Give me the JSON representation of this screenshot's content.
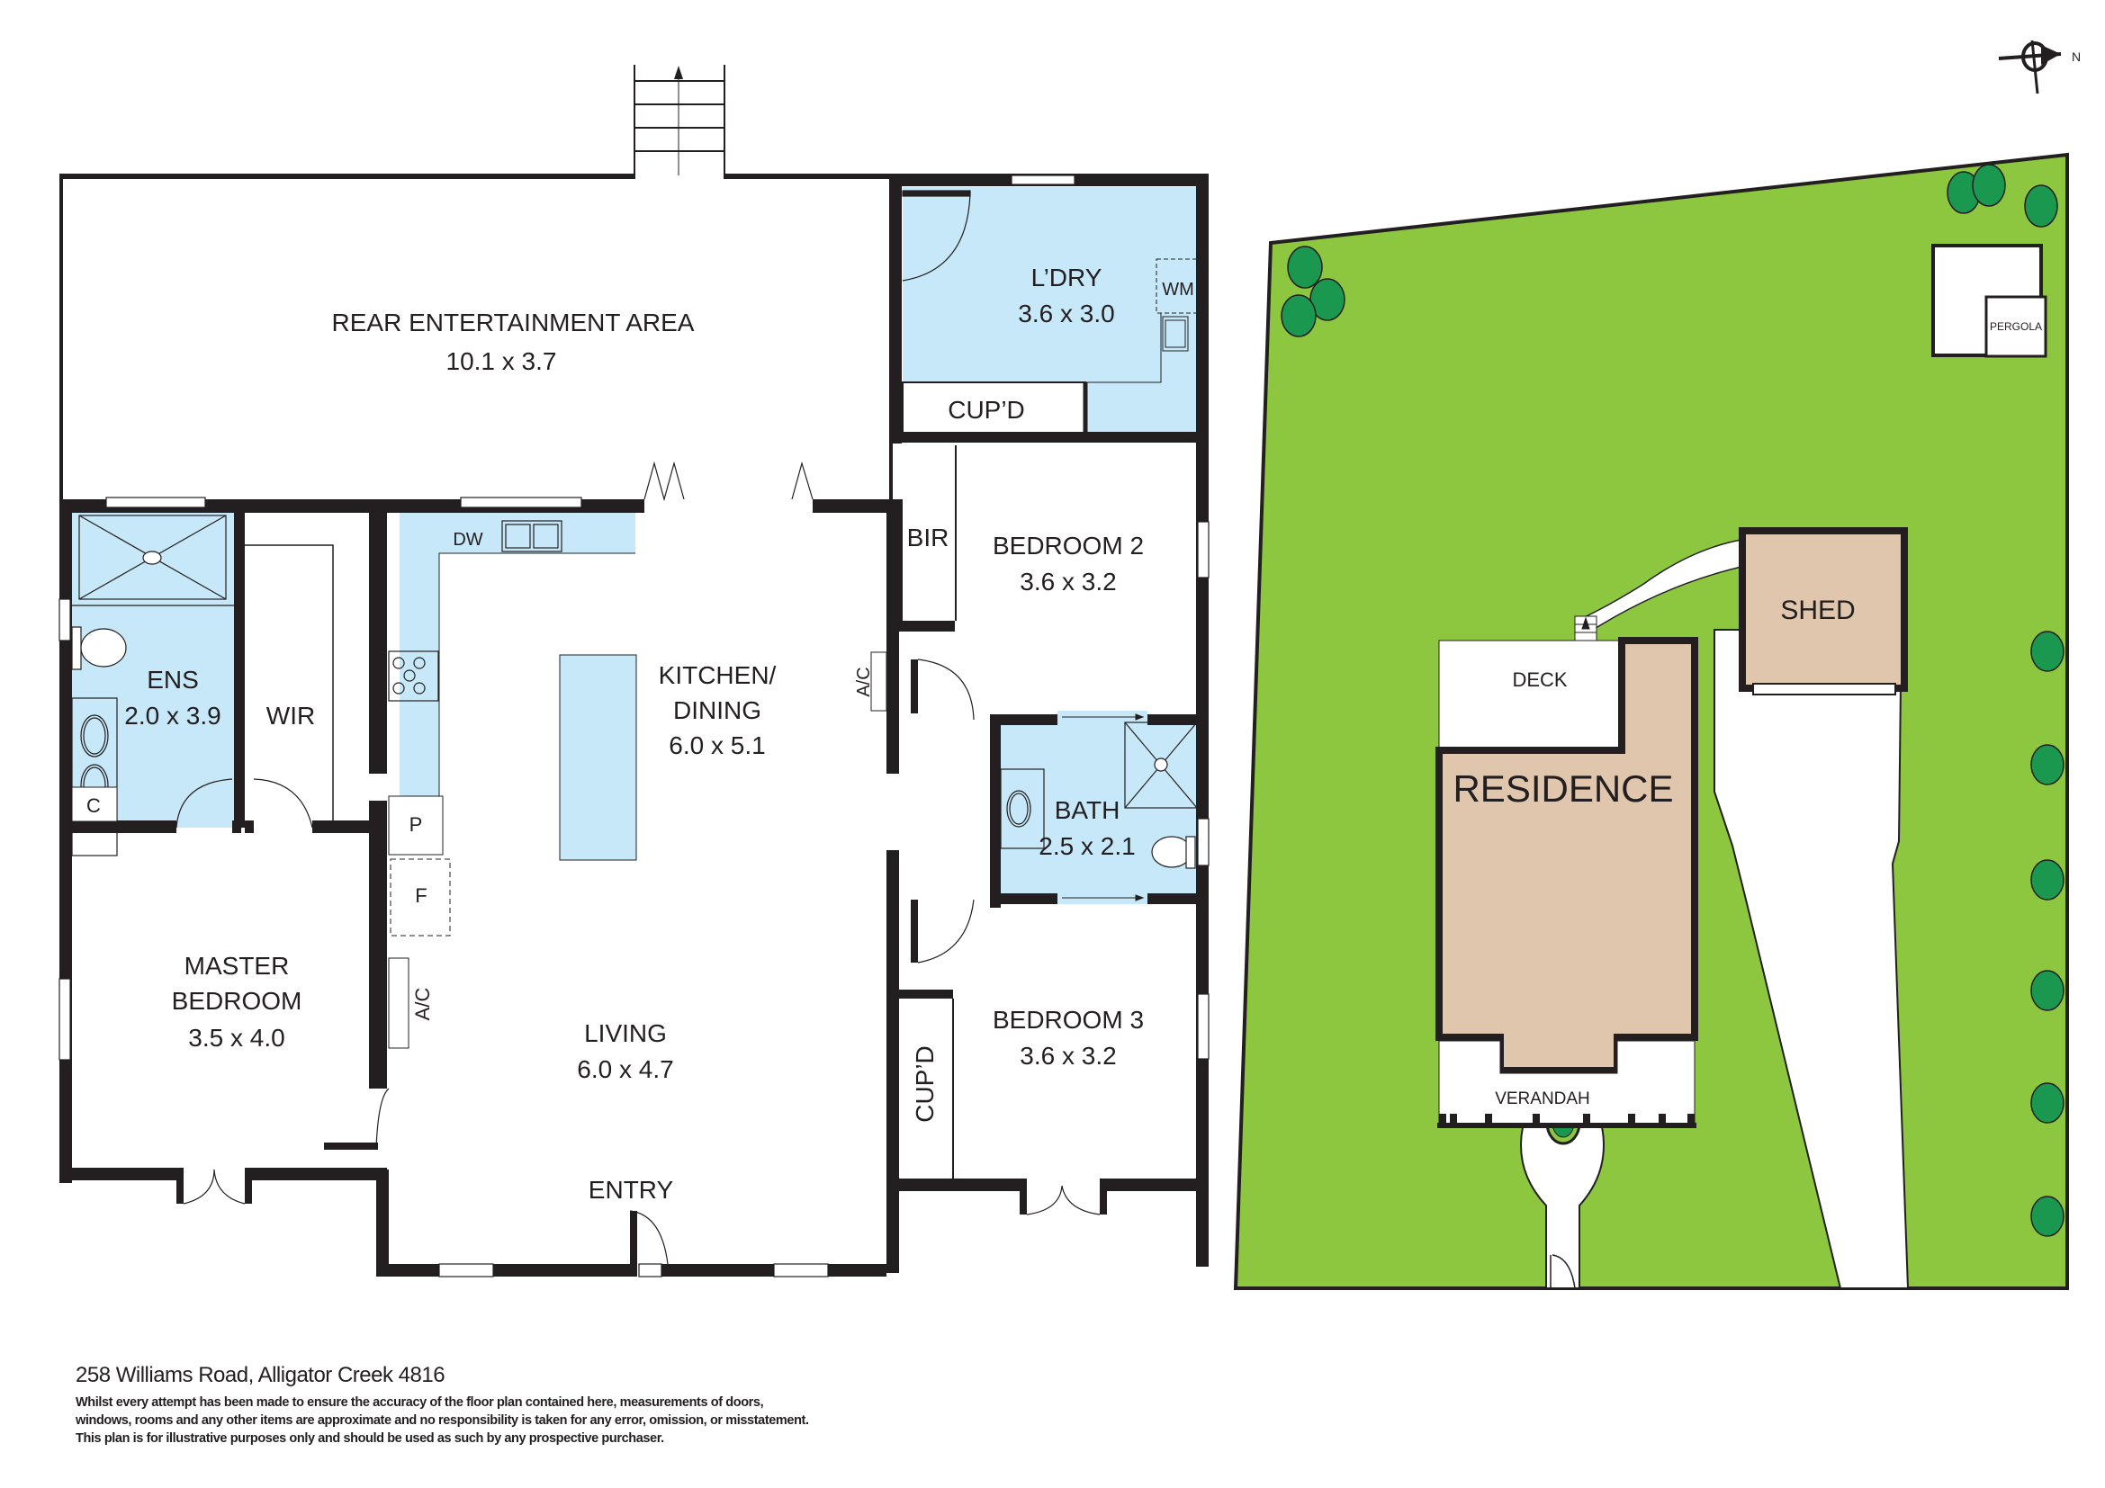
{
  "floor_plan": {
    "rooms": [
      {
        "id": "rear",
        "name": "REAR ENTERTAINMENT AREA",
        "size": "10.1 x 3.7"
      },
      {
        "id": "ldry",
        "name": "L’DRY",
        "size": "3.6 x 3.0"
      },
      {
        "id": "bed2",
        "name": "BEDROOM 2",
        "size": "3.6 x 3.2"
      },
      {
        "id": "ens",
        "name": "ENS",
        "size": "2.0 x 3.9"
      },
      {
        "id": "kitchen",
        "name_line1": "KITCHEN/",
        "name_line2": "DINING",
        "size": "6.0 x 5.1"
      },
      {
        "id": "bath",
        "name": "BATH",
        "size": "2.5 x 2.1"
      },
      {
        "id": "master",
        "name_line1": "MASTER",
        "name_line2": "BEDROOM",
        "size": "3.5 x 4.0"
      },
      {
        "id": "living",
        "name": "LIVING",
        "size": "6.0 x 4.7"
      },
      {
        "id": "bed3",
        "name": "BEDROOM 3",
        "size": "3.6 x 3.2"
      }
    ],
    "labels": {
      "wir": "WIR",
      "bir": "BIR",
      "cupd_laundry": "CUP’D",
      "cupd_bed3": "CUP’D",
      "wm": "WM",
      "dw": "DW",
      "pantry": "P",
      "fridge": "F",
      "ac_kitchen": "A/C",
      "ac_living": "A/C",
      "cupboard_ens": "C",
      "entry": "ENTRY"
    }
  },
  "site_plan": {
    "labels": {
      "residence": "RESIDENCE",
      "deck": "DECK",
      "verandah": "VERANDAH",
      "shed": "SHED",
      "pergola": "PERGOLA"
    },
    "compass": {
      "label": "N"
    }
  },
  "colors": {
    "wet_area": "#c6e8f8",
    "lawn": "#8dc63f",
    "tree": "#1a9850",
    "building": "#dfc6ad",
    "wall": "#231f20"
  },
  "footer": {
    "address": "258 Williams Road, Alligator Creek 4816",
    "disclaimer_line1": "Whilst every attempt has been made to ensure the accuracy of the floor plan contained here, measurements of doors,",
    "disclaimer_line2": "windows, rooms and any other items are approximate and no responsibility is taken for any error, omission, or misstatement.",
    "disclaimer_line3": "This plan is for illustrative purposes only and should be used as such by any prospective purchaser."
  }
}
